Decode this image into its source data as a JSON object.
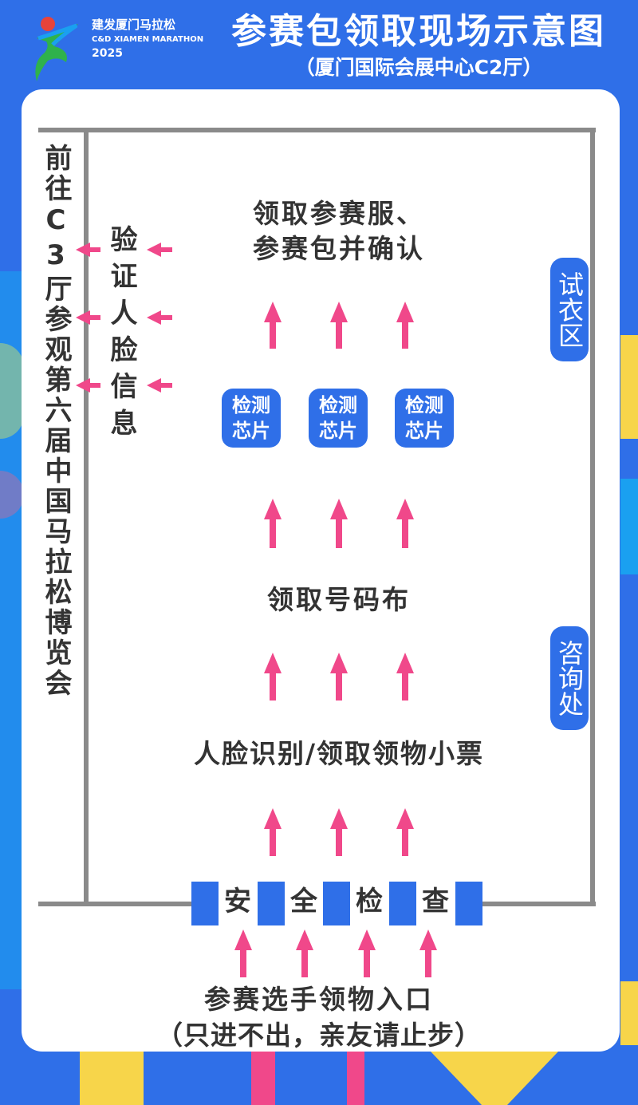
{
  "header": {
    "logo": {
      "name_cn": "建发厦门马拉松",
      "name_en": "C&D XIAMEN MARATHON",
      "year": "2025"
    },
    "title": "参赛包领取现场示意图",
    "subtitle": "（厦门国际会展中心C2厅）"
  },
  "map": {
    "exit_direction": "前往C3厅参观第六届中国马拉松博览会",
    "face_verify": "验证人脸信息",
    "collect_kit": [
      "领取参赛服、",
      "参赛包并确认"
    ],
    "chip_check": [
      "检测芯片",
      "检测芯片",
      "检测芯片"
    ],
    "collect_bib": "领取号码布",
    "face_recognition": "人脸识别/领取领物小票",
    "fitting_area": "试衣区",
    "info_desk": "咨询处",
    "security_check": [
      "安",
      "全",
      "检",
      "查"
    ],
    "entrance": [
      "参赛选手领物入口",
      "（只进不出，亲友请止步）"
    ]
  },
  "colors": {
    "brand_blue": "#2f6fe8",
    "arrow_pink": "#f0488a",
    "wall_gray": "#8a8a8a",
    "text": "#333333"
  }
}
